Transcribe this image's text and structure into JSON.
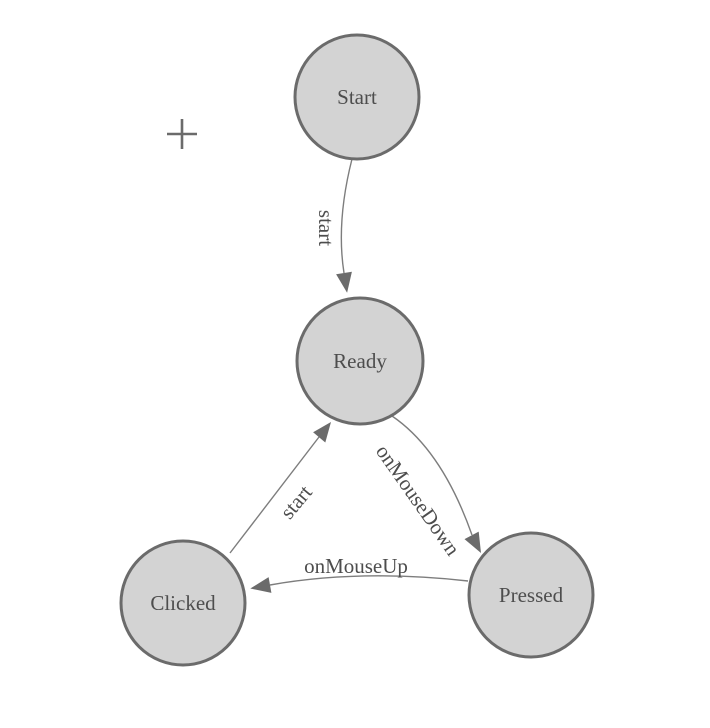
{
  "diagram": {
    "type": "state-diagram",
    "background_color": "#ffffff",
    "node_fill_color": "#d3d3d3",
    "node_stroke_color": "#6b6b6b",
    "edge_color": "#7d7d7d",
    "arrow_color": "#6b6b6b",
    "label_color": "#4d4d4d"
  },
  "cursor": {
    "icon": "crosshair"
  },
  "nodes": [
    {
      "id": "start",
      "label": "Start"
    },
    {
      "id": "ready",
      "label": "Ready"
    },
    {
      "id": "clicked",
      "label": "Clicked"
    },
    {
      "id": "pressed",
      "label": "Pressed"
    }
  ],
  "edges": [
    {
      "from": "Start",
      "to": "Ready",
      "label": "start"
    },
    {
      "from": "Ready",
      "to": "Pressed",
      "label": "onMouseDown"
    },
    {
      "from": "Pressed",
      "to": "Clicked",
      "label": "onMouseUp"
    },
    {
      "from": "Clicked",
      "to": "Ready",
      "label": "start"
    }
  ]
}
